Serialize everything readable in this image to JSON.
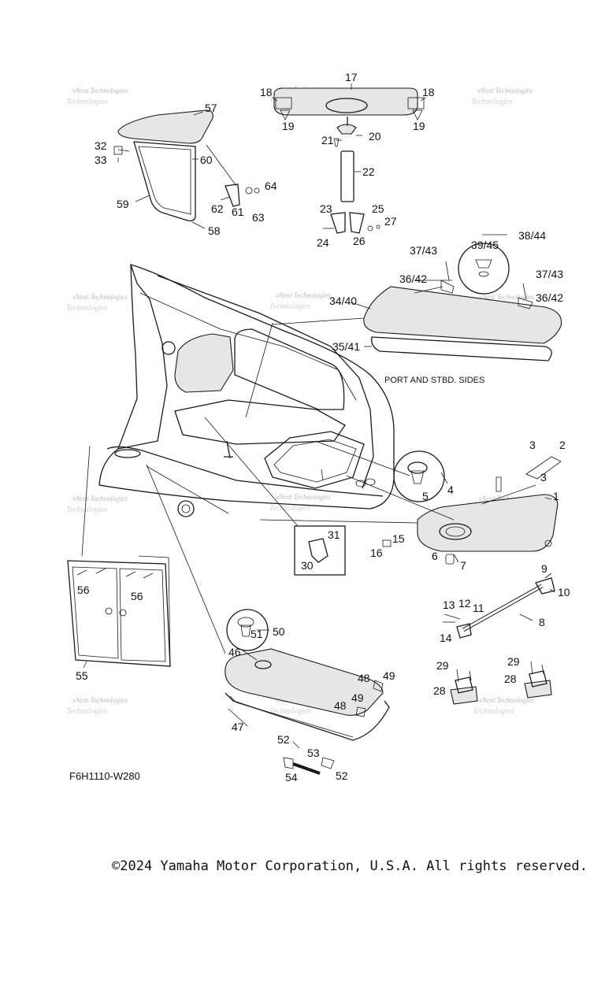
{
  "diagram": {
    "ref_code": "F6H1110-W280",
    "note": "PORT AND STBD. SIDES",
    "watermark_line1": "vNext Technologies",
    "watermark_line2": "Technologies"
  },
  "footer": {
    "copyright": "©2024 Yamaha Motor Corporation, U.S.A. All rights reserved."
  },
  "callouts": [
    "17",
    "18",
    "18",
    "19",
    "19",
    "20",
    "21",
    "22",
    "23",
    "24",
    "25",
    "26",
    "27",
    "57",
    "32",
    "33",
    "60",
    "59",
    "58",
    "61",
    "62",
    "63",
    "64",
    "37/43",
    "39/45",
    "38/44",
    "36/42",
    "37/43",
    "36/42",
    "34/40",
    "35/41",
    "3",
    "2",
    "3",
    "1",
    "4",
    "5",
    "15",
    "16",
    "31",
    "30",
    "6",
    "7",
    "9",
    "10",
    "11",
    "12",
    "13",
    "14",
    "8",
    "56",
    "56",
    "55",
    "50",
    "51",
    "46",
    "48",
    "49",
    "48",
    "49",
    "47",
    "29",
    "28",
    "29",
    "28",
    "52",
    "53",
    "52",
    "54"
  ]
}
